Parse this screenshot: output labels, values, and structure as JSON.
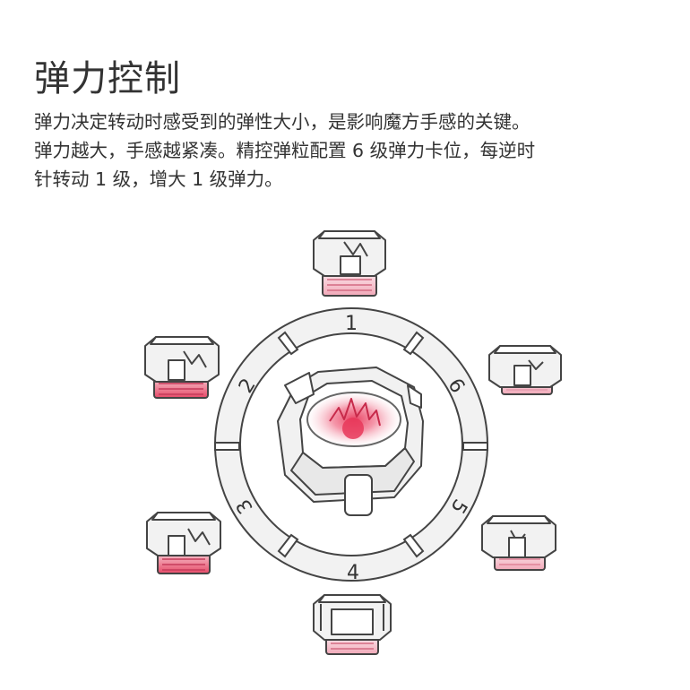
{
  "title": "弹力控制",
  "description_lines": [
    "弹力决定转动时感受到的弹性大小，是影响魔方手感的关键。",
    "弹力越大，手感越紧凑。精控弹粒配置 6 级弹力卡位，每逆时",
    "针转动 1 级，增大 1 级弹力。"
  ],
  "dial": {
    "levels": [
      "1",
      "2",
      "3",
      "4",
      "5",
      "6"
    ]
  },
  "colors": {
    "text": "#333333",
    "line": "#555555",
    "fill_light": "#f0f0f0",
    "accent_red": "#e8385a",
    "accent_pink": "#f5b9c6"
  }
}
